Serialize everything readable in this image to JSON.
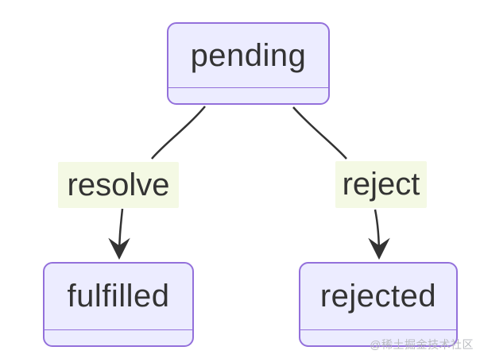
{
  "diagram": {
    "type": "state-diagram",
    "nodes": [
      {
        "id": "pending",
        "label": "pending"
      },
      {
        "id": "fulfilled",
        "label": "fulfilled"
      },
      {
        "id": "rejected",
        "label": "rejected"
      }
    ],
    "edges": [
      {
        "from": "pending",
        "to": "fulfilled",
        "label": "resolve"
      },
      {
        "from": "pending",
        "to": "rejected",
        "label": "reject"
      }
    ],
    "colors": {
      "node_fill": "#ececff",
      "node_border": "#9370db",
      "edge_label_bg": "#f4f9e4",
      "edge_line": "#333333",
      "text": "#333333"
    }
  },
  "watermark": {
    "text": "@稀土掘金技术社区"
  }
}
